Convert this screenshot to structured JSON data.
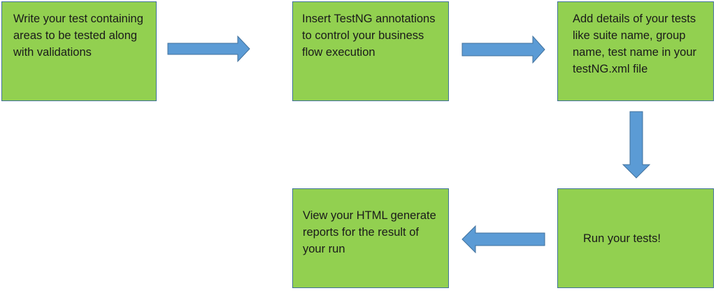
{
  "diagram": {
    "colors": {
      "box_fill": "#92d050",
      "box_border": "#41719c",
      "arrow_fill": "#5b9bd5",
      "arrow_stroke": "#41719c",
      "text": "#1a1a1a"
    },
    "steps": [
      {
        "id": "write-test",
        "text": "Write your test containing areas to be tested along with validations"
      },
      {
        "id": "insert-annotations",
        "text": "Insert TestNG annotations to control your business flow execution"
      },
      {
        "id": "add-details",
        "text": "Add details of your tests like suite name, group name, test name in your testNG.xml file"
      },
      {
        "id": "run-tests",
        "text": "Run your tests!"
      },
      {
        "id": "view-reports",
        "text": "View your HTML generate reports for the result of your run"
      }
    ],
    "connectors": [
      {
        "from": "write-test",
        "to": "insert-annotations",
        "direction": "right"
      },
      {
        "from": "insert-annotations",
        "to": "add-details",
        "direction": "right"
      },
      {
        "from": "add-details",
        "to": "run-tests",
        "direction": "down"
      },
      {
        "from": "run-tests",
        "to": "view-reports",
        "direction": "left"
      }
    ]
  }
}
